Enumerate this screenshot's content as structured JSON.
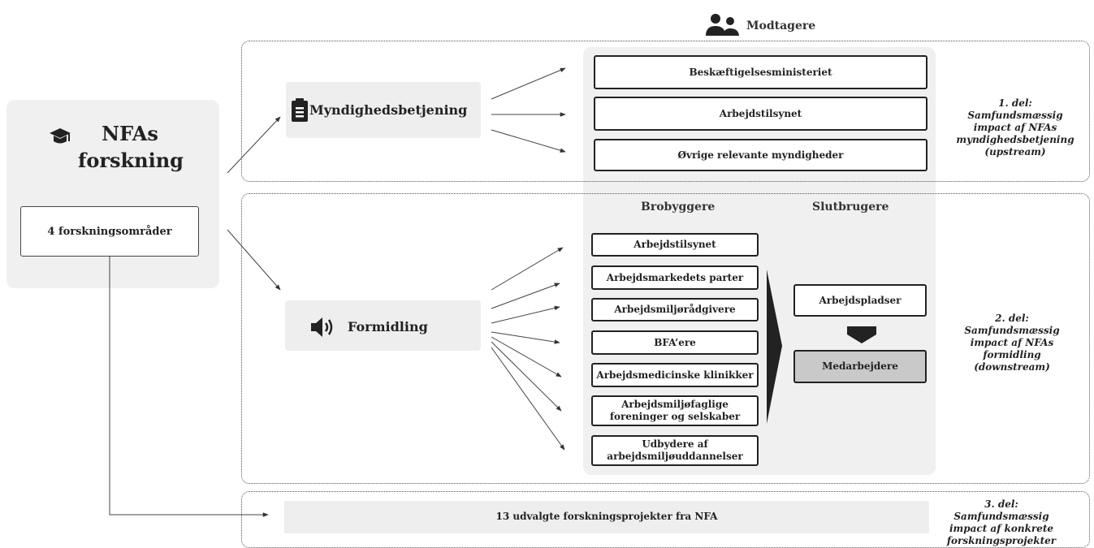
{
  "receivers": {
    "label": "Modtagere",
    "icon": "people-icon"
  },
  "nfa": {
    "title_line1": "NFAs",
    "title_line2": "forskning",
    "icon": "graduation-cap-icon",
    "areas": "4 forskningsområder"
  },
  "authority": {
    "label": "Myndighedsbetjening",
    "icon": "clipboard-icon",
    "recipients": [
      "Beskæftigelsesministeriet",
      "Arbejdstilsynet",
      "Øvrige relevante myndigheder"
    ]
  },
  "dissemination": {
    "label": "Formidling",
    "icon": "speaker-icon",
    "bridge_header": "Brobyggere",
    "end_header": "Slutbrugere",
    "bridge_builders": [
      "Arbejdstilsynet",
      "Arbejdsmarkedets parter",
      "Arbejdsmiljørådgivere",
      "BFA’ere",
      "Arbejdsmedicinske klinikker",
      "Arbejdsmiljøfaglige foreninger og selskaber",
      "Udbydere af arbejdsmiljøuddannelser"
    ],
    "end_users": [
      "Arbejdspladser",
      "Medarbejdere"
    ]
  },
  "projects": {
    "label": "13 udvalgte forskningsprojekter fra NFA"
  },
  "notes": {
    "part1": "1. del: Samfundsmæssig impact af NFAs myndighedsbetjening (upstream)",
    "part2": "2. del: Samfundsmæssig impact af NFAs formidling (downstream)",
    "part3": "3. del: Samfundsmæssig impact af konkrete forskningsprojekter"
  }
}
